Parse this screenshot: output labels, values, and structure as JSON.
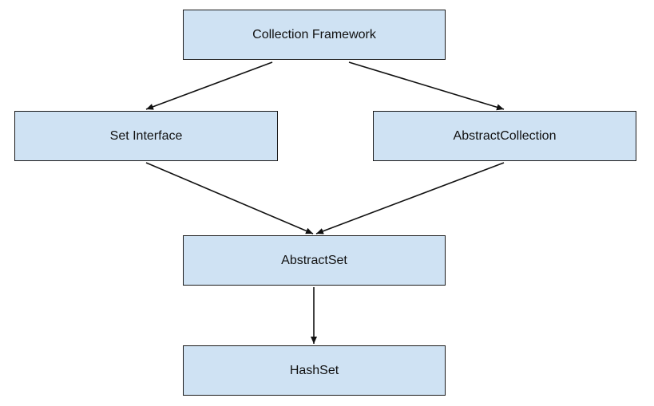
{
  "diagram": {
    "nodes": {
      "collection_framework": "Collection Framework",
      "set_interface": "Set Interface",
      "abstract_collection": "AbstractCollection",
      "abstract_set": "AbstractSet",
      "hash_set": "HashSet"
    },
    "edges": [
      {
        "from": "collection_framework",
        "to": "set_interface"
      },
      {
        "from": "collection_framework",
        "to": "abstract_collection"
      },
      {
        "from": "set_interface",
        "to": "abstract_set"
      },
      {
        "from": "abstract_collection",
        "to": "abstract_set"
      },
      {
        "from": "abstract_set",
        "to": "hash_set"
      }
    ],
    "colors": {
      "node_fill": "#cfe2f3",
      "stroke": "#1a1a1a"
    }
  }
}
